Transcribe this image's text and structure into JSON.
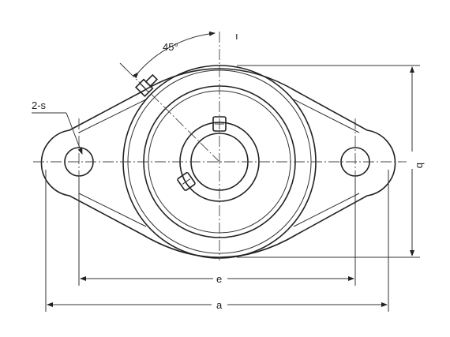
{
  "labels": {
    "angle": "45°",
    "holes": "2-s",
    "dim_e": "e",
    "dim_a": "a",
    "dim_b": "b"
  },
  "colors": {
    "line": "#222222",
    "background": "#ffffff"
  }
}
